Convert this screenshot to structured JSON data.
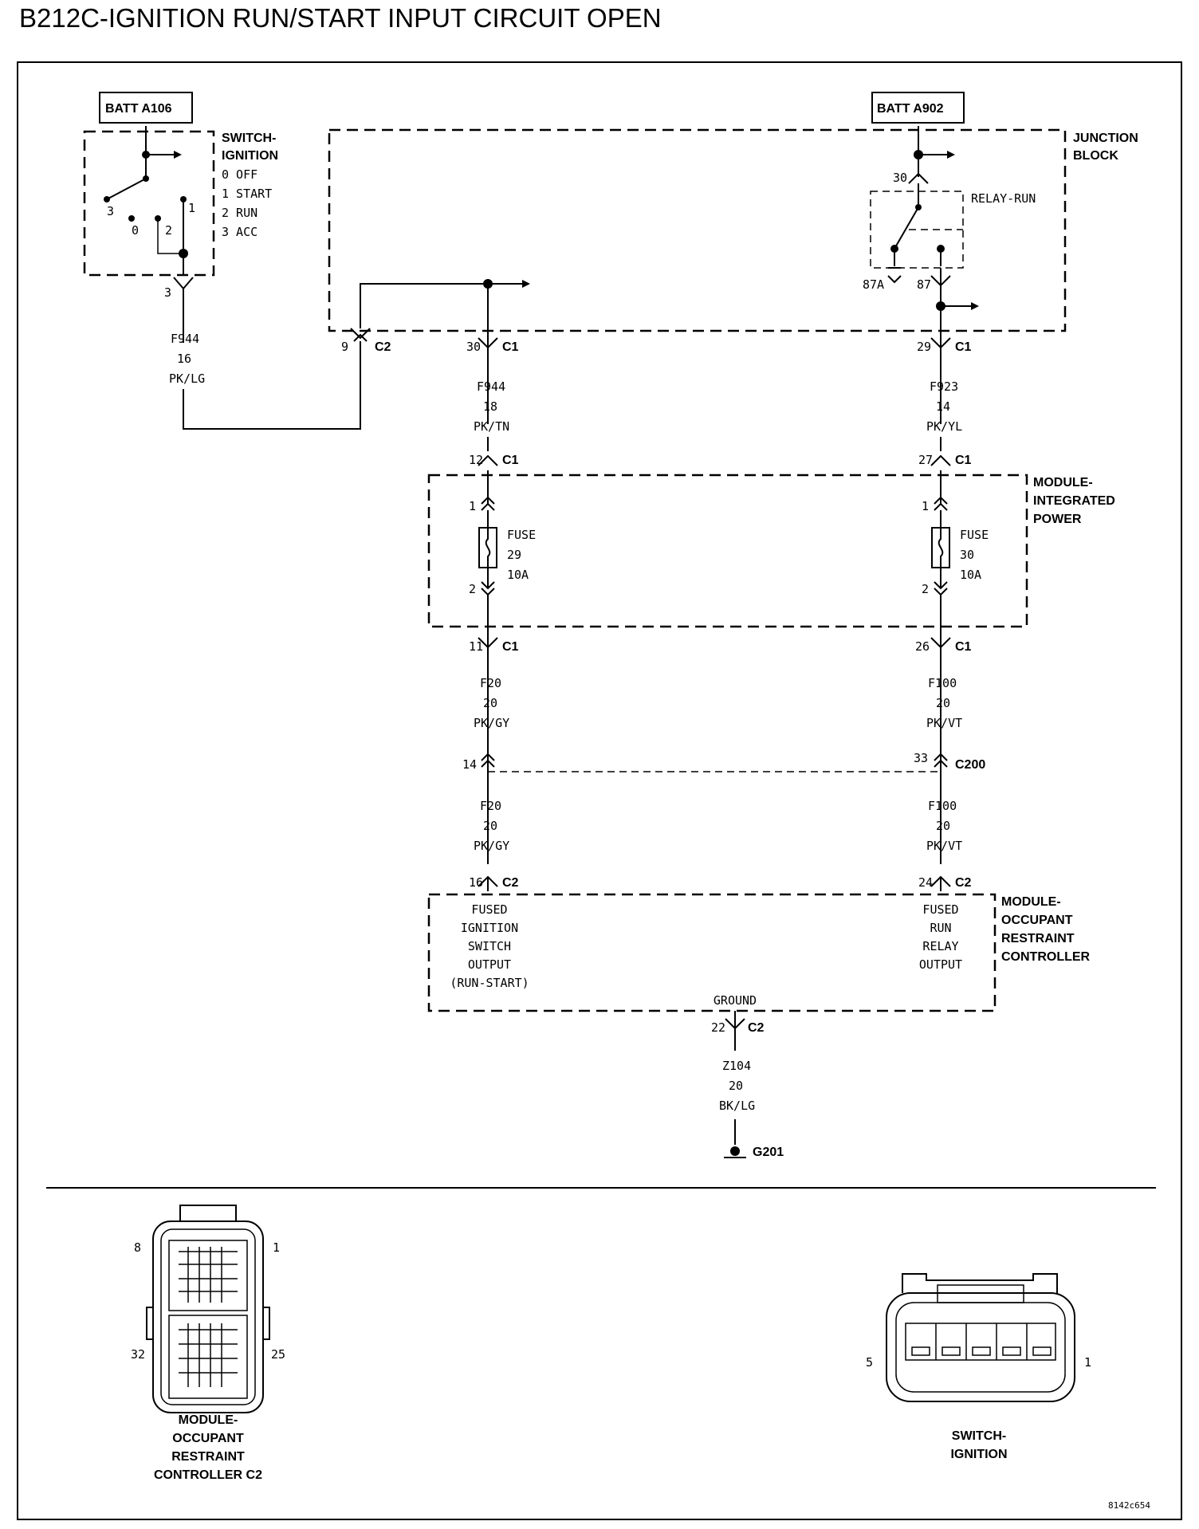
{
  "title": "B212C-IGNITION RUN/START INPUT CIRCUIT OPEN",
  "batt_a106": "BATT A106",
  "batt_a902": "BATT A902",
  "switch_ignition": {
    "name_1": "SWITCH-",
    "name_2": "IGNITION",
    "positions": [
      "0 OFF",
      "1 START",
      "2 RUN",
      "3 ACC"
    ],
    "contact_labels": [
      "3",
      "0",
      "2",
      "1"
    ],
    "pin": "3"
  },
  "junction_block": {
    "name_1": "JUNCTION",
    "name_2": "BLOCK",
    "relay": "RELAY-RUN",
    "relay_pin_30": "30",
    "relay_pin_87a": "87A",
    "relay_pin_87": "87"
  },
  "connectors": {
    "c1": "C1",
    "c2": "C2",
    "c200": "C200",
    "jb_pin_9": "9",
    "jb_pin_30": "30",
    "jb_pin_29": "29",
    "ipm_pin_12": "12",
    "ipm_pin_27": "27",
    "ipm_pin_11": "11",
    "ipm_pin_26": "26",
    "c200_pin_14": "14",
    "c200_pin_33": "33",
    "orc_pin_16": "16",
    "orc_pin_24": "24",
    "orc_pin_22": "22"
  },
  "wires": {
    "f944_16": [
      "F944",
      "16",
      "PK/LG"
    ],
    "f944_18": [
      "F944",
      "18",
      "PK/TN"
    ],
    "f923_14": [
      "F923",
      "14",
      "PK/YL"
    ],
    "f20_upper": [
      "F20",
      "20",
      "PK/GY"
    ],
    "f100_upper": [
      "F100",
      "20",
      "PK/VT"
    ],
    "f20_lower": [
      "F20",
      "20",
      "PK/GY"
    ],
    "f100_lower": [
      "F100",
      "20",
      "PK/VT"
    ],
    "z104": [
      "Z104",
      "20",
      "BK/LG"
    ]
  },
  "ipm": {
    "name_1": "MODULE-",
    "name_2": "INTEGRATED",
    "name_3": "POWER",
    "fuse29": [
      "FUSE",
      "29",
      "10A"
    ],
    "fuse30": [
      "FUSE",
      "30",
      "10A"
    ],
    "fuse_pin_1": "1",
    "fuse_pin_2": "2"
  },
  "orc": {
    "name": [
      "MODULE-",
      "OCCUPANT",
      "RESTRAINT",
      "CONTROLLER"
    ],
    "left_output": [
      "FUSED",
      "IGNITION",
      "SWITCH",
      "OUTPUT",
      "(RUN-START)"
    ],
    "right_output": [
      "FUSED",
      "RUN",
      "RELAY",
      "OUTPUT"
    ],
    "ground": "GROUND"
  },
  "ground_point": "G201",
  "connector_views": {
    "orc_c2": {
      "caption": [
        "MODULE-",
        "OCCUPANT",
        "RESTRAINT",
        "CONTROLLER C2"
      ],
      "pin_labels": [
        "8",
        "1",
        "32",
        "25"
      ]
    },
    "switch": {
      "caption": [
        "SWITCH-",
        "IGNITION"
      ],
      "pin_labels": [
        "5",
        "1"
      ]
    }
  },
  "figure_code": "8142c654"
}
